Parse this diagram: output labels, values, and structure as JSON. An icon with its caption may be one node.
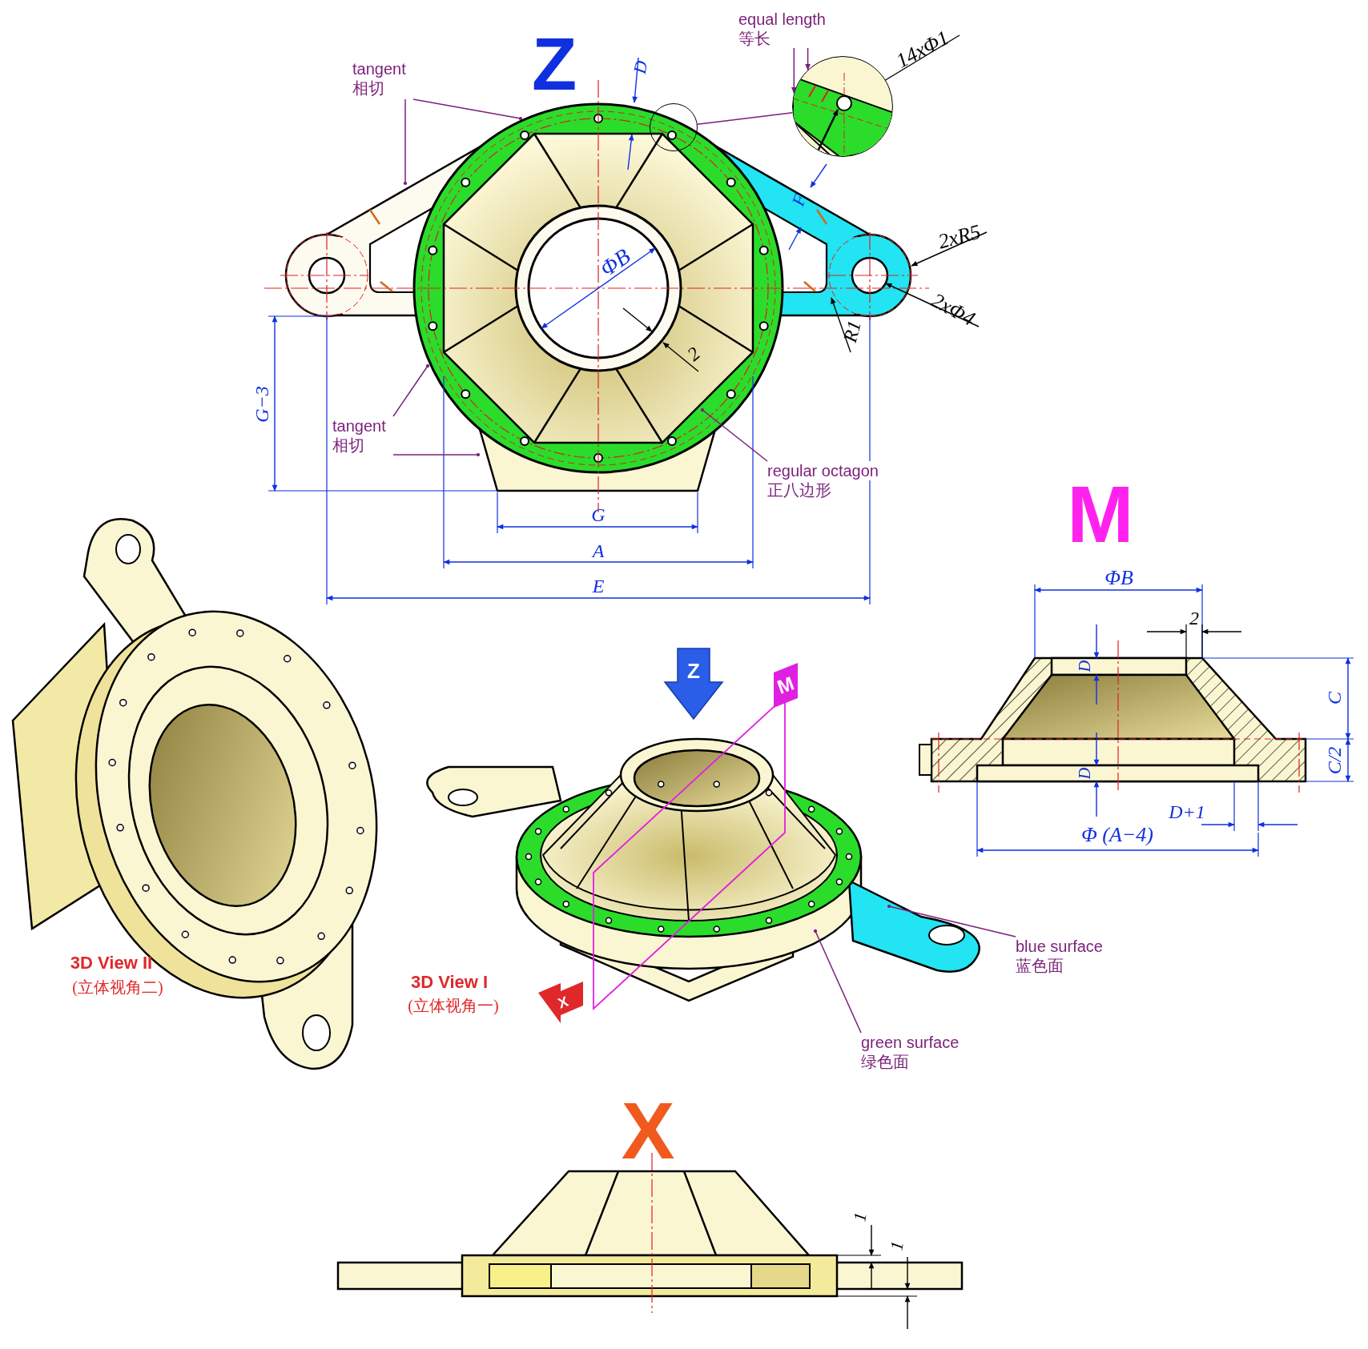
{
  "diagram": {
    "nodes": [
      {
        "text": [
          "tangent",
          "相切"
        ]
      },
      {
        "text": [
          "equal length",
          "等长"
        ]
      },
      {
        "text": [],
        "shape": "circle"
      },
      {
        "text": [],
        "shape": "circle"
      },
      {
        "text": [
          "tangent",
          "相切"
        ]
      },
      {
        "text": [
          "regular octagon",
          "正八边形"
        ]
      },
      {
        "text": [
          "blue surface",
          "蓝色面"
        ]
      },
      {
        "text": [
          "green surface",
          "绿色面"
        ]
      }
    ],
    "edges": [
      {
        "from": 0,
        "to": null,
        "arrow": "other"
      },
      {
        "from": 0,
        "to": null,
        "arrow": "other"
      },
      {
        "from": 1,
        "to": 3,
        "arrow": "to"
      },
      {
        "from": 1,
        "to": 3,
        "arrow": "to"
      },
      {
        "from": 2,
        "to": 3,
        "arrow": "none"
      },
      {
        "from": 4,
        "to": null,
        "arrow": "other"
      },
      {
        "from": 4,
        "to": null,
        "arrow": "other"
      },
      {
        "from": 5,
        "to": null,
        "arrow": "other"
      },
      {
        "from": 6,
        "to": null,
        "arrow": "other"
      },
      {
        "from": 7,
        "to": null,
        "arrow": "other"
      }
    ],
    "labels": [
      "Z",
      "14xΦ1",
      "D",
      "F",
      "2xR5",
      "ΦB",
      "2xΦ4",
      "R1",
      "2",
      "G−3",
      "G",
      "A",
      "E",
      "M",
      "ΦB",
      "2",
      "D",
      "C",
      "D",
      "C/2",
      "D+1",
      "Φ (A−4)",
      "Z",
      "M",
      "3D View II",
      "(立体视角二)",
      "3D View I",
      "(立体视角一)",
      "X",
      "X",
      "1",
      "1"
    ]
  }
}
